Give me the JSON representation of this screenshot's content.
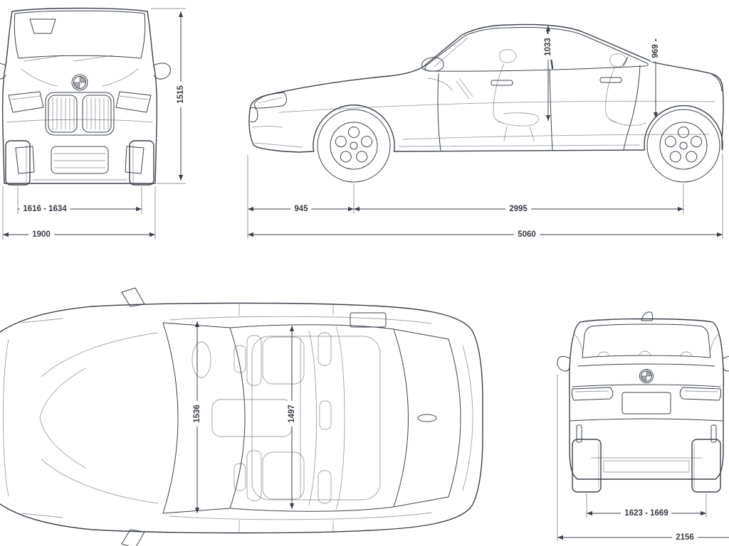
{
  "colors": {
    "ink": "#3a414b",
    "background": "#ffffff"
  },
  "views": {
    "front": {
      "dimensions": {
        "height": "1515",
        "track_width": "1616 - 1634",
        "overall_width": "1900"
      }
    },
    "side": {
      "dimensions": {
        "front_overhang": "945",
        "wheelbase": "2995",
        "overall_length": "5060",
        "interior_height_front": "1033",
        "interior_height_rear": "969"
      }
    },
    "top": {
      "dimensions": {
        "interior_width_front": "1536",
        "interior_width_rear": "1497"
      }
    },
    "rear": {
      "dimensions": {
        "track_width": "1623 - 1669",
        "width_with_mirrors": "2156"
      }
    }
  }
}
